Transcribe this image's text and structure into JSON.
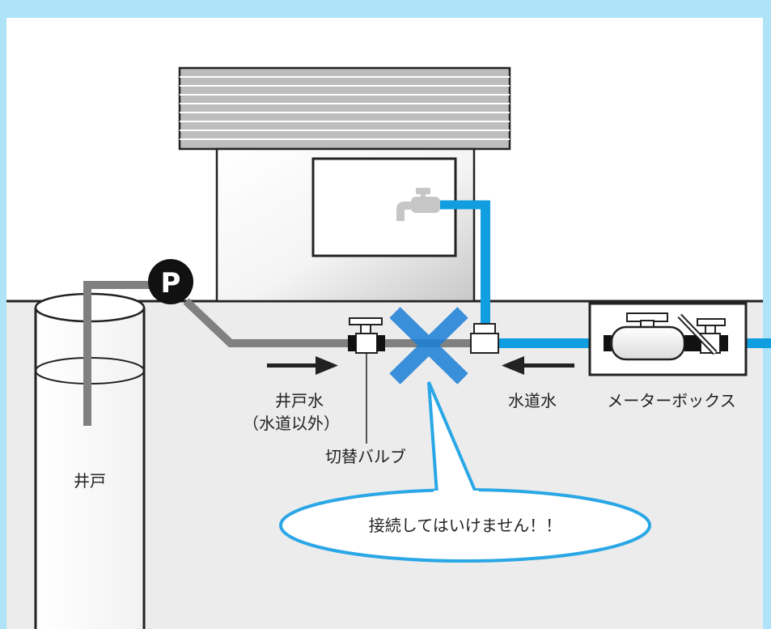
{
  "labels": {
    "well": "井戸",
    "well_water_line1": "井戸水",
    "well_water_line2": "（水道以外）",
    "valve": "切替バルブ",
    "tap_water": "水道水",
    "meter_box": "メーターボックス",
    "warning": "接続してはいけません！！",
    "pump": "P"
  },
  "colors": {
    "border": "#aee3f8",
    "ground": "#ececec",
    "well_pipe": "#808080",
    "tap_pipe": "#119ee0",
    "cross": "#1a7fd8",
    "bubble_border": "#2aa7e6"
  },
  "icons": {
    "pump": "pump-icon",
    "faucet": "faucet-icon",
    "valve": "valve-icon",
    "meter": "water-meter-icon",
    "prohibited": "cross-mark-icon"
  }
}
